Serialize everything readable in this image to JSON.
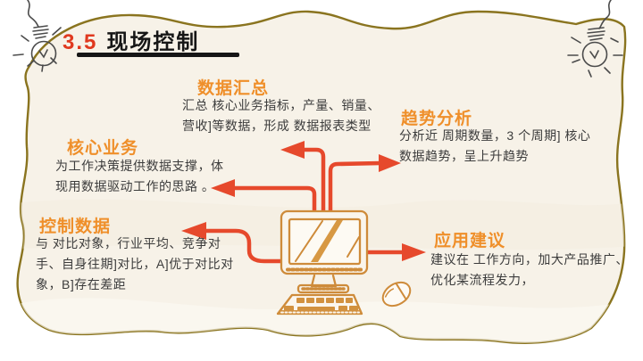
{
  "slide_title": {
    "number": "3.5",
    "text": "现场控制"
  },
  "sections": [
    {
      "id": "data-summary",
      "heading": "数据汇总",
      "body_lines": [
        "汇总 核心业务指标，产量、销量、",
        "营收]等数据，形成 数据报表类型"
      ]
    },
    {
      "id": "trend-analysis",
      "heading": "趋势分析",
      "body_lines": [
        "分析近 周期数量，3 个周期] 核心",
        "数据趋势，呈上升趋势"
      ]
    },
    {
      "id": "core-business",
      "heading": "核心业务",
      "body_lines": [
        "为工作决策提供数据支撑，体",
        "现用数据驱动工作的思路 。"
      ]
    },
    {
      "id": "control-data",
      "heading": "控制数据",
      "body_lines": [
        "与 对比对象，行业平均、竞争对",
        "手、自身往期]对比，A]优于对比对",
        "象，B]存在差距"
      ]
    },
    {
      "id": "application-advice",
      "heading": "应用建议",
      "body_lines": [
        "建议在 工作方向，加大产品推广、",
        "优化某流程发力，"
      ]
    }
  ],
  "icons": {
    "lightbulb_left": "hand-drawn hanging lightbulb sketch",
    "lightbulb_right": "hand-drawn hanging lightbulb sketch",
    "computer": "hand-drawn desktop computer with keyboard",
    "mouse": "hand-drawn computer mouse",
    "arrows": "red elbow connectors from computer to each topic"
  },
  "colors": {
    "accent_orange": "#EF8F2A",
    "arrow_red": "#E6492C",
    "title_number_red": "#E0391F",
    "title_text": "#161616",
    "body_text": "#3C3C3C",
    "border_gold": "#8A741F",
    "sketch_gray": "#4B4B4B",
    "computer_orange": "#CE8B3A",
    "background_cream": "#F7F2E8"
  }
}
